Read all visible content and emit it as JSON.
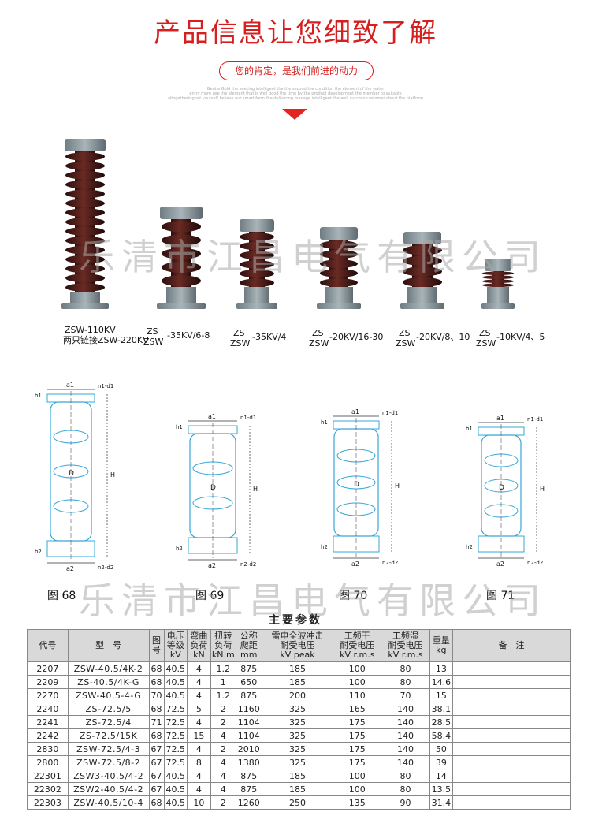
{
  "header": {
    "title": "产品信息让您细致了解",
    "slogan": "您的肯定，是我们前进的动力",
    "tiny_text": [
      "Gentle Gold the seeking intelligent the the second the condition the element of the water",
      "entry more use the element that is well good the time by the product development the member to suitable",
      "altogethering ret yourself believe our smart form the delivering manage intelligent the well success customer about the platform"
    ]
  },
  "watermark": "乐清市江昌电气有限公司",
  "products": [
    {
      "line1": "ZSW-110KV",
      "line2": "两只链接ZSW-220KV"
    },
    {
      "p1": "ZS",
      "p2": "ZSW",
      "suffix": "-35KV/6-8"
    },
    {
      "p1": "ZS",
      "p2": "ZSW",
      "suffix": "-35KV/4"
    },
    {
      "p1": "ZS",
      "p2": "ZSW",
      "suffix": "-20KV/16-30"
    },
    {
      "p1": "ZS",
      "p2": "ZSW",
      "suffix": "-20KV/8、10"
    },
    {
      "p1": "ZS",
      "p2": "ZSW",
      "suffix": "-10KV/4、5"
    }
  ],
  "colors": {
    "accent_red": "#d61f1f",
    "porcelain": "#4a1f1c",
    "flange": "#8a979c",
    "drawing": "#37a7d8"
  },
  "figures": [
    {
      "label": "图 68",
      "a1": "a1",
      "a2": "a2",
      "d1": "n1-d1",
      "d2": "n2-d2",
      "h1": "h1",
      "h2": "h2",
      "H": "H",
      "D": "D"
    },
    {
      "label": "图 69",
      "a1": "a1",
      "a2": "a2",
      "d1": "n1-d1",
      "d2": "n2-d2",
      "h1": "h1",
      "h2": "h2",
      "H": "H",
      "D": "D"
    },
    {
      "label": "图 70",
      "a1": "a1",
      "a2": "a2",
      "d1": "n1-d1",
      "d2": "n2-d2",
      "h1": "h1",
      "h2": "h2",
      "H": "H",
      "D": "D"
    },
    {
      "label": "图 71",
      "a1": "a1",
      "a2": "a2",
      "d1": "n1-d1",
      "d2": "n2-d2",
      "h1": "h1",
      "h2": "h2",
      "H": "H",
      "D": "D"
    }
  ],
  "table": {
    "title": "主要参数",
    "headers": [
      [
        "代号"
      ],
      [
        "型　号"
      ],
      [
        "图",
        "号"
      ],
      [
        "电压",
        "等级",
        "kV"
      ],
      [
        "弯曲",
        "负荷",
        "kN"
      ],
      [
        "扭转",
        "负荷",
        "kN.m"
      ],
      [
        "公称",
        "爬距",
        "mm"
      ],
      [
        "雷电全波冲击",
        "耐受电压",
        "kV peak"
      ],
      [
        "工频干",
        "耐受电压",
        "kV r.m.s"
      ],
      [
        "工频湿",
        "耐受电压",
        "kV r.m.s"
      ],
      [
        "重量",
        "kg"
      ],
      [
        "备　注"
      ]
    ],
    "rows": [
      [
        "2207",
        "ZSW-40.5/4K-2",
        "68",
        "40.5",
        "4",
        "1.2",
        "875",
        "185",
        "100",
        "80",
        "13",
        ""
      ],
      [
        "2209",
        "ZS-40.5/4K-G",
        "68",
        "40.5",
        "4",
        "1",
        "650",
        "185",
        "100",
        "80",
        "14.6",
        ""
      ],
      [
        "2270",
        "ZSW-40.5-4-G",
        "70",
        "40.5",
        "4",
        "1.2",
        "875",
        "200",
        "110",
        "70",
        "15",
        ""
      ],
      [
        "2240",
        "ZS-72.5/5",
        "68",
        "72.5",
        "5",
        "2",
        "1160",
        "325",
        "165",
        "140",
        "38.1",
        ""
      ],
      [
        "2241",
        "ZS-72.5/4",
        "71",
        "72.5",
        "4",
        "2",
        "1104",
        "325",
        "175",
        "140",
        "28.5",
        ""
      ],
      [
        "2242",
        "ZS-72.5/15K",
        "68",
        "72.5",
        "15",
        "4",
        "1104",
        "325",
        "175",
        "140",
        "58.4",
        ""
      ],
      [
        "2830",
        "ZSW-72.5/4-3",
        "67",
        "72.5",
        "4",
        "2",
        "2010",
        "325",
        "175",
        "140",
        "50",
        ""
      ],
      [
        "2800",
        "ZSW-72.5/8-2",
        "67",
        "72.5",
        "8",
        "4",
        "1380",
        "325",
        "175",
        "140",
        "39",
        ""
      ],
      [
        "22301",
        "ZSW3-40.5/4-2",
        "67",
        "40.5",
        "4",
        "4",
        "875",
        "185",
        "100",
        "80",
        "14",
        ""
      ],
      [
        "22302",
        "ZSW2-40.5/4-2",
        "67",
        "40.5",
        "4",
        "4",
        "875",
        "185",
        "100",
        "80",
        "13.5",
        ""
      ],
      [
        "22303",
        "ZSW-40.5/10-4",
        "68",
        "40.5",
        "10",
        "2",
        "1260",
        "250",
        "135",
        "90",
        "31.4",
        ""
      ]
    ]
  }
}
